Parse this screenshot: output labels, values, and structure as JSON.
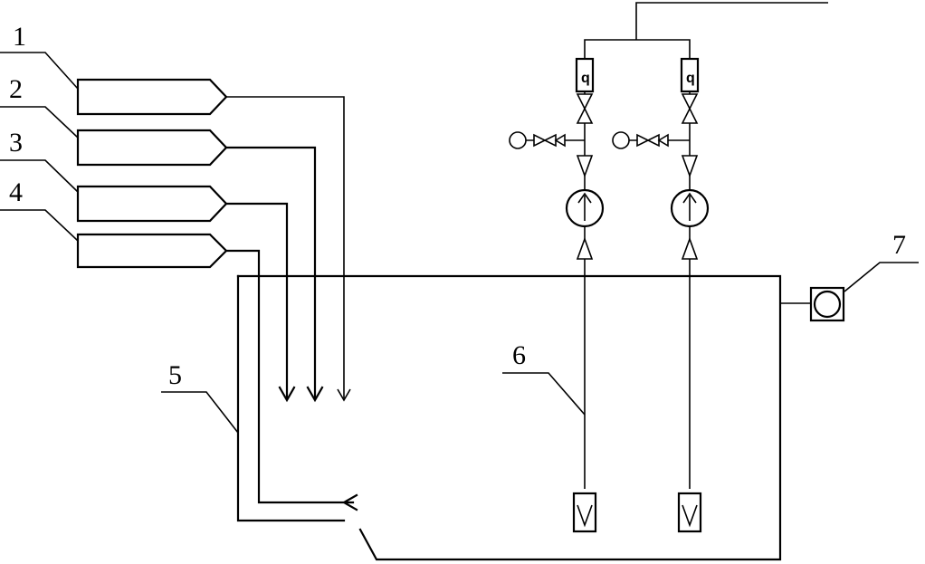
{
  "labels": {
    "l1": "1",
    "l2": "2",
    "l3": "3",
    "l4": "4",
    "l5": "5",
    "l6": "6",
    "l7": "7"
  },
  "colors": {
    "line": "#000000",
    "background": "#ffffff"
  },
  "icons": {
    "inlet": "chevron-down-icon",
    "pump": "pump-up-arrow-icon",
    "check_valve": "triangle-valve-icon",
    "gauge": "pressure-gauge-icon",
    "filter": "strainer-icon",
    "indicator": "level-indicator-icon"
  }
}
